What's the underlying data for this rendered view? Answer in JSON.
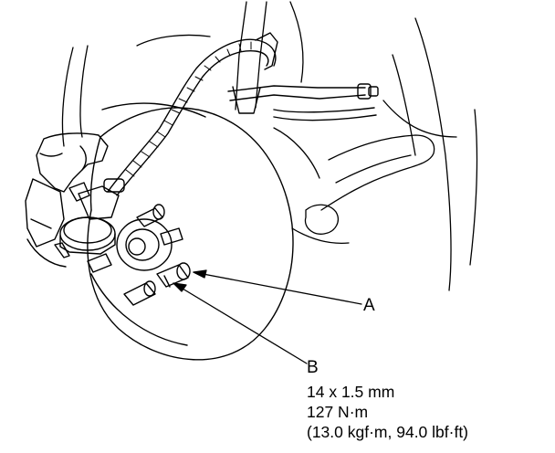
{
  "labels": {
    "a": "A",
    "b": "B"
  },
  "spec_b": {
    "thread": "14 x 1.5 mm",
    "torque_nm": "127 N·m",
    "torque_alt": "(13.0 kgf·m, 94.0 lbf·ft)"
  },
  "colors": {
    "ink": "#000000",
    "paper": "#ffffff"
  }
}
